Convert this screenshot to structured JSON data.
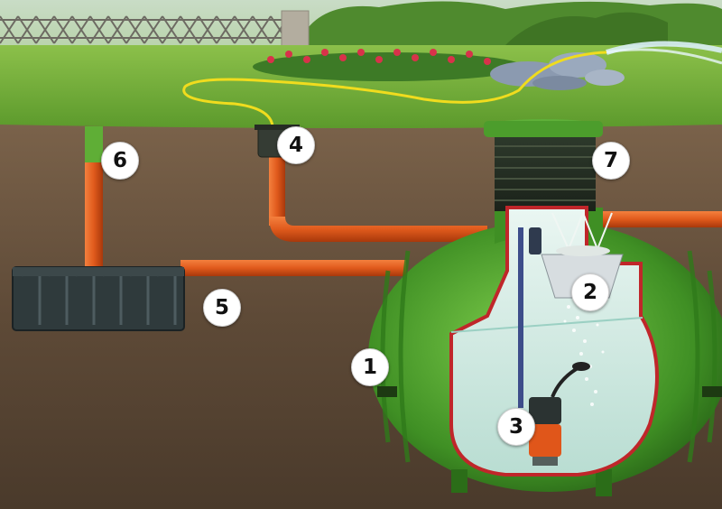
{
  "markers": {
    "m1": "1",
    "m2": "2",
    "m3": "3",
    "m4": "4",
    "m5": "5",
    "m6": "6",
    "m7": "7"
  },
  "colors": {
    "sky": "#c7dcc0",
    "lawn": "#6aa336",
    "soil": "#6b5440",
    "tank": "#4f9c2f",
    "pipe": "#e0561a",
    "water": "#d6ece6",
    "hose": "#f0dc1e"
  }
}
